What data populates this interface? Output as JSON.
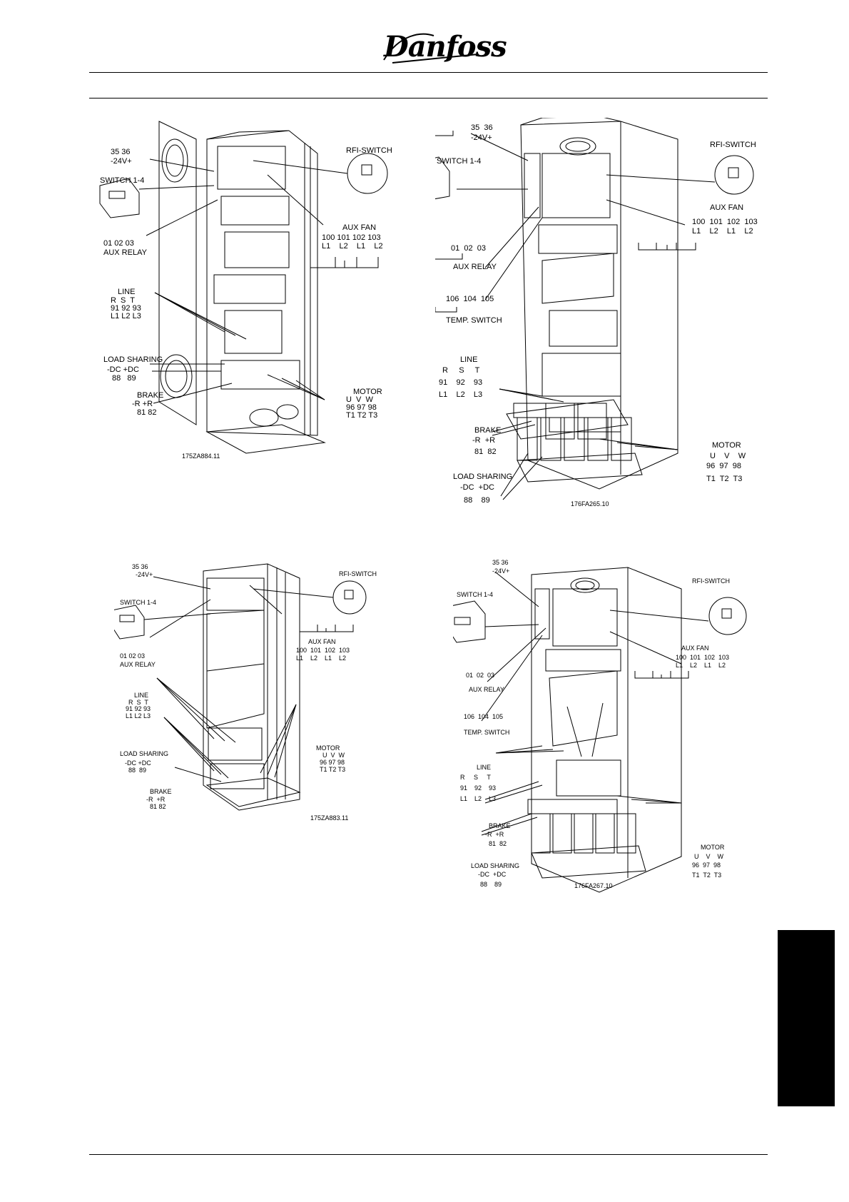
{
  "logo": {
    "text": "Danfoss"
  },
  "figures": [
    {
      "id": "fig1",
      "labels": {
        "t3536": "35 36",
        "v24": "-24V+",
        "sw": "SWITCH 1-4",
        "rfi": "RFI-SWITCH",
        "auxfan": "AUX FAN",
        "fan_nums": "100 101 102 103",
        "fan_l": "L1    L2    L1    L2",
        "relay_nums": "01 02 03",
        "relay": "AUX RELAY",
        "line": "LINE",
        "rst": "R  S  T",
        "line_nums": "91 92 93",
        "line_l": "L1 L2 L3",
        "load": "LOAD SHARING",
        "dc": "-DC +DC",
        "dc_nums": "88   89",
        "brake": "BRAKE",
        "rr": "-R +R",
        "rr_nums": "81 82",
        "motor": "MOTOR",
        "uvw": "U  V  W",
        "motor_nums": "96 97 98",
        "motor_t": "T1 T2 T3",
        "code": "175ZA884.11"
      }
    },
    {
      "id": "fig2",
      "labels": {
        "t3536": "35  36",
        "v24": "-24V+",
        "sw": "SWITCH 1-4",
        "rfi": "RFI-SWITCH",
        "auxfan": "AUX FAN",
        "fan_nums": "100  101  102  103",
        "fan_l": "L1    L2    L1    L2",
        "relay_nums": "01  02  03",
        "relay": "AUX RELAY",
        "temp_nums": "106  104  105",
        "temp": "TEMP. SWITCH",
        "line": "LINE",
        "rst": "R     S     T",
        "line_nums": "91    92    93",
        "line_l": "L1    L2    L3",
        "brake": "BRAKE",
        "rr": "-R  +R",
        "rr_nums": "81  82",
        "load": "LOAD SHARING",
        "dc": "-DC  +DC",
        "dc_nums": "88    89",
        "motor": "MOTOR",
        "uvw": "U    V    W",
        "motor_nums": "96  97  98",
        "motor_t": "T1  T2  T3",
        "code": "176FA265.10"
      }
    },
    {
      "id": "fig3",
      "labels": {
        "t3536": "35 36",
        "v24": "-24V+",
        "sw": "SWITCH 1-4",
        "rfi": "RFI-SWITCH",
        "auxfan": "AUX FAN",
        "fan_nums": "100  101  102  103",
        "fan_l": "L1    L2    L1    L2",
        "relay_nums": "01 02 03",
        "relay": "AUX RELAY",
        "line": "LINE",
        "rst": "R  S  T",
        "line_nums": "91 92 93",
        "line_l": "L1 L2 L3",
        "load": "LOAD SHARING",
        "dc": "-DC +DC",
        "dc_nums": "88  89",
        "brake": "BRAKE",
        "rr": "-R  +R",
        "rr_nums": "81 82",
        "motor": "MOTOR",
        "uvw": "U  V  W",
        "motor_nums": "96 97 98",
        "motor_t": "T1 T2 T3",
        "code": "175ZA883.11"
      }
    },
    {
      "id": "fig4",
      "labels": {
        "t3536": "35 36",
        "v24": "-24V+",
        "sw": "SWITCH 1-4",
        "rfi": "RFI-SWITCH",
        "auxfan": "AUX FAN",
        "fan_nums": "100  101  102  103",
        "fan_l": "L1    L2    L1    L2",
        "relay_nums": "01  02  03",
        "relay": "AUX RELAY",
        "temp_nums": "106  104  105",
        "temp": "TEMP. SWITCH",
        "line": "LINE",
        "rst": "R     S     T",
        "line_nums": "91    92    93",
        "line_l": "L1    L2    L3",
        "brake": "BRAKE",
        "rr": "-R  +R",
        "rr_nums": "81  82",
        "load": "LOAD SHARING",
        "dc": "-DC  +DC",
        "dc_nums": "88    89",
        "motor": "MOTOR",
        "uvw": "U    V    W",
        "motor_nums": "96  97  98",
        "motor_t": "T1  T2  T3",
        "code": "176FA267.10"
      }
    }
  ]
}
